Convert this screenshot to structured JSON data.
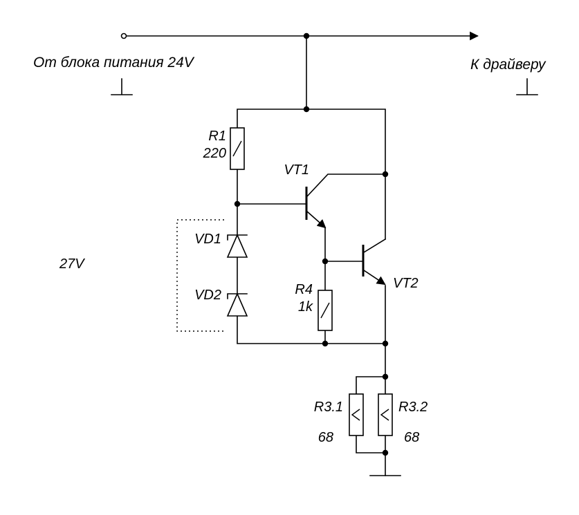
{
  "diagram": {
    "type": "circuit-schematic",
    "line_color": "#000000",
    "background_color": "#ffffff",
    "labels": {
      "supply": "От блока питания 24V",
      "driver": "К драйверу",
      "zener_voltage": "27V"
    },
    "components": {
      "r1": {
        "designator": "R1",
        "value": "220"
      },
      "r4": {
        "designator": "R4",
        "value": "1k"
      },
      "r3_1": {
        "designator": "R3.1",
        "value": "68"
      },
      "r3_2": {
        "designator": "R3.2",
        "value": "68"
      },
      "vt1": {
        "designator": "VT1"
      },
      "vt2": {
        "designator": "VT2"
      },
      "vd1": {
        "designator": "VD1"
      },
      "vd2": {
        "designator": "VD2"
      }
    }
  }
}
